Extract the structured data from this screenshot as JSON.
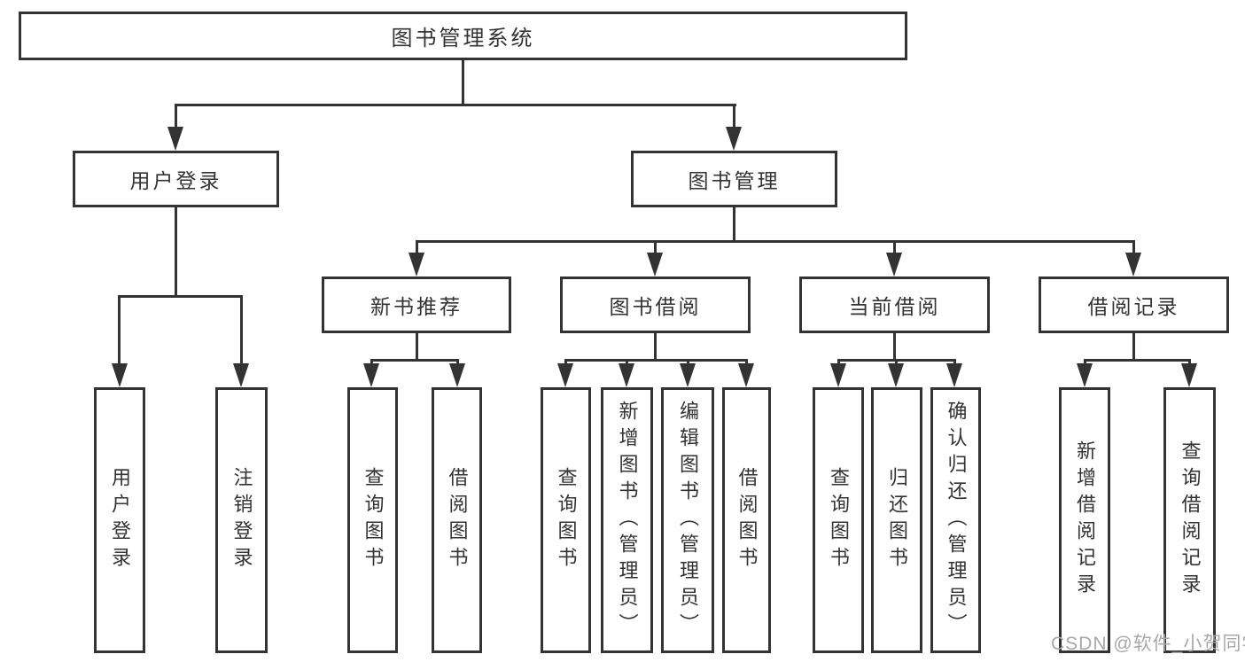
{
  "diagram": {
    "root": {
      "label": "图书管理系统"
    },
    "level2": [
      {
        "id": "user-login",
        "label": "用户登录"
      },
      {
        "id": "book-management",
        "label": "图书管理"
      }
    ],
    "level3": [
      {
        "id": "new-book-recommend",
        "label": "新书推荐"
      },
      {
        "id": "book-borrowing",
        "label": "图书借阅"
      },
      {
        "id": "current-borrowing",
        "label": "当前借阅"
      },
      {
        "id": "borrow-records",
        "label": "借阅记录"
      }
    ],
    "leaves": {
      "user_login": [
        "用户登录",
        "注销登录"
      ],
      "new_book_recommend": [
        "查询图书",
        "借阅图书"
      ],
      "book_borrowing": [
        "查询图书",
        "新增图书（管理员）",
        "编辑图书（管理员）",
        "借阅图书"
      ],
      "current_borrowing": [
        "查询图书",
        "归还图书",
        "确认归还（管理员）"
      ],
      "borrow_records": [
        "新增借阅记录",
        "查询借阅记录"
      ]
    }
  },
  "watermark": {
    "text": "CSDN @软件_小贺同学"
  },
  "colors": {
    "line": "#333333",
    "text": "#333333",
    "box_background": "#ffffff",
    "page_background": "#ffffff",
    "watermark": "#a8a8a8"
  }
}
